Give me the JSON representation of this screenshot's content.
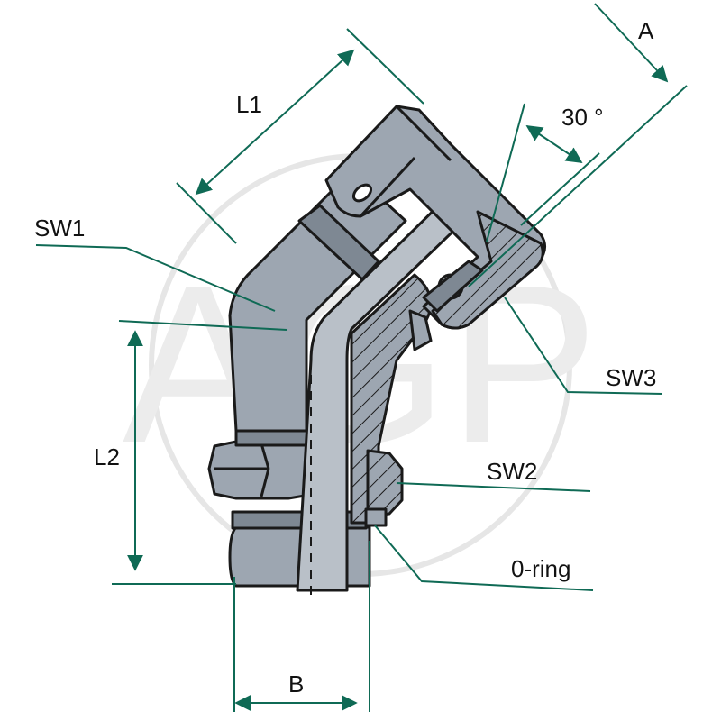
{
  "watermark": {
    "text": "AGP"
  },
  "colors": {
    "steel": "#9da6b1",
    "steel_dark": "#7e8893",
    "steel_light": "#b9c0c8",
    "outline": "#1a1a1a",
    "dimension": "#0f6a55",
    "watermark": "#e6e6e6"
  },
  "labels": {
    "l1": "L1",
    "l2": "L2",
    "a": "A",
    "b": "B",
    "angle": "30 °",
    "sw1": "SW1",
    "sw2": "SW2",
    "sw3": "SW3",
    "oring": "0-ring"
  }
}
